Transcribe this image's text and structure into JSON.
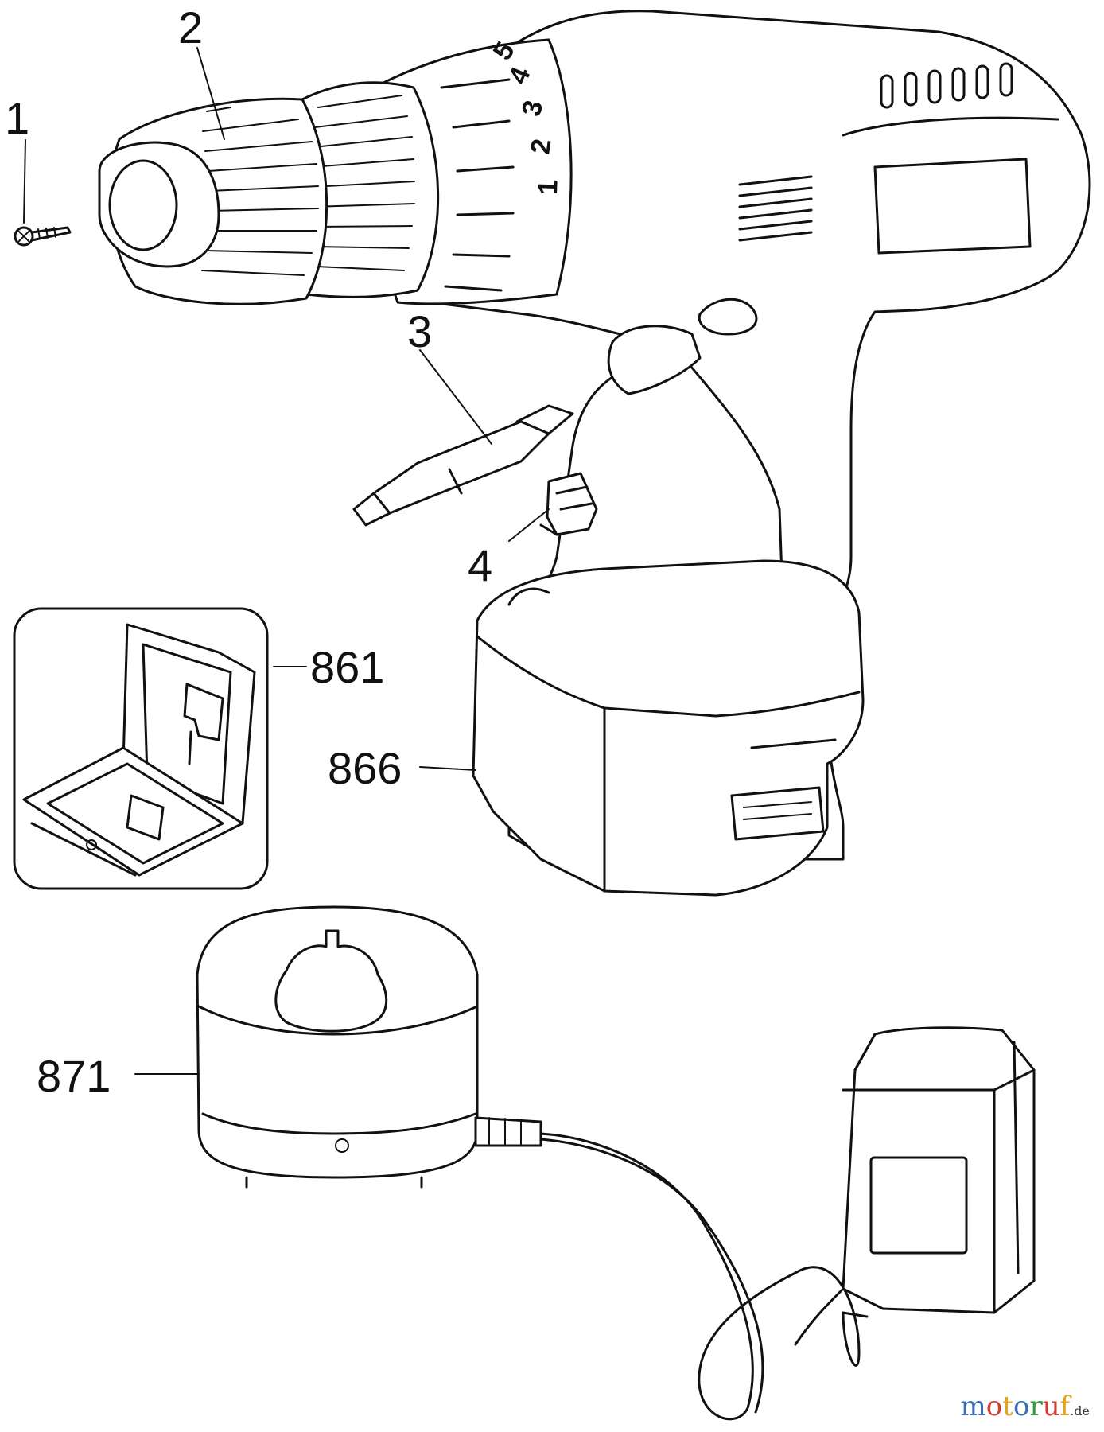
{
  "callouts": {
    "p1": "1",
    "p2": "2",
    "p3": "3",
    "p4": "4",
    "p861": "861",
    "p866": "866",
    "p871": "871"
  },
  "speed_dial": [
    "1",
    "2",
    "3",
    "4",
    "5"
  ],
  "watermark": {
    "text": "motoruf",
    "tld": ".de",
    "colors": [
      "#3a6fb8",
      "#d23b2f",
      "#e6a41a",
      "#3a6fb8",
      "#2f9a3e",
      "#d23b2f",
      "#e6a41a"
    ]
  }
}
